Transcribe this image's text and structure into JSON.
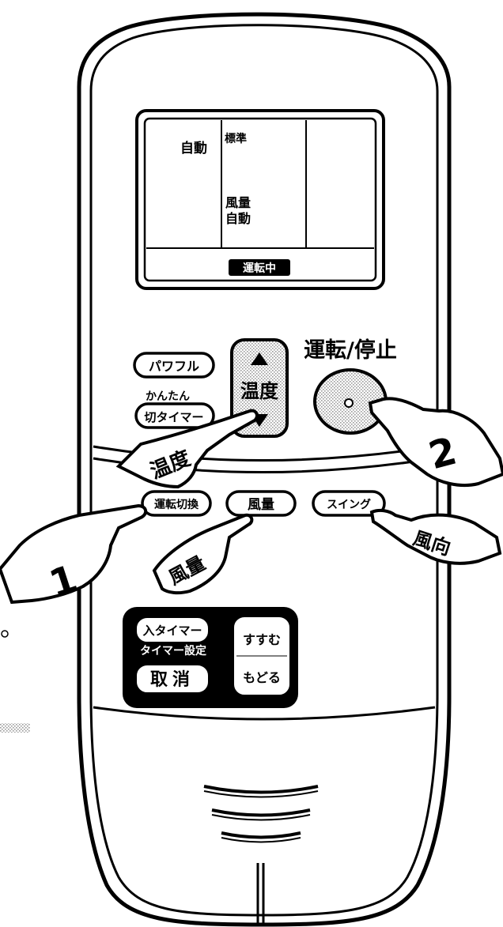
{
  "display": {
    "mode": "自動",
    "temp_mode": "標準",
    "fan_label": "風量",
    "fan_value": "自動",
    "status_badge": "運転中"
  },
  "buttons": {
    "powerful": "パワフル",
    "kantan": "かんたん",
    "off_timer": "切タイマー",
    "temp": "温度",
    "run_stop": "運転/停止",
    "mode_switch": "運転切換",
    "fan": "風量",
    "swing": "スイング",
    "on_timer": "入タイマー",
    "timer_setting": "タイマー設定",
    "cancel": "取消",
    "forward": "すすむ",
    "back": "もどる"
  },
  "callouts": {
    "temp": "温度",
    "step1": "1",
    "step2": "2",
    "fan": "風量",
    "direction": "風向"
  },
  "colors": {
    "outline": "#000000",
    "fill": "#ffffff",
    "dark_panel": "#000000"
  }
}
